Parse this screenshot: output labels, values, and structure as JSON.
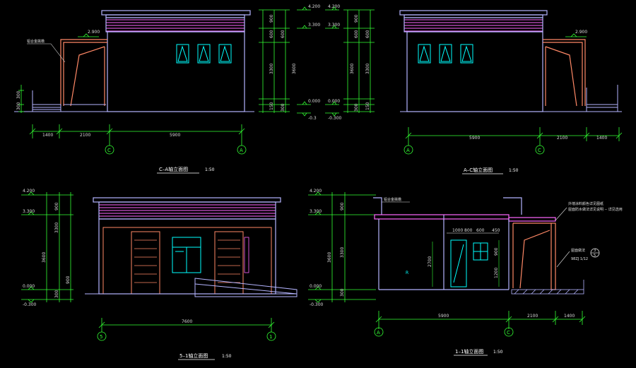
{
  "colors": {
    "background": "#000000",
    "dimension": "#33ff33",
    "outline": "#b4b4ff",
    "window": "#00ffff",
    "roof_stripe": "#ff66ff",
    "wall_trim": "#ff8866",
    "annotation": "#ffffff"
  },
  "drawings": {
    "elev_ca": {
      "title": "C–A轴立面图",
      "scale": "1:50",
      "dims": [
        "1400",
        "2100",
        "5900"
      ],
      "levels": [
        "2.900",
        "300",
        "300"
      ],
      "note": "铝合金挑檐",
      "axes": [
        "C",
        "A"
      ]
    },
    "section_strip": {
      "left_levels": [
        "4.200",
        "3.300",
        "0.000",
        "-0.3"
      ],
      "right_levels": [
        "4.200",
        "3.300",
        "0.000",
        "-0.300"
      ],
      "left_dims": [
        "900",
        "600",
        "3300",
        "600",
        "3600",
        "150",
        "300"
      ],
      "right_dims": [
        "900",
        "600",
        "3300",
        "600",
        "3600",
        "150",
        "300"
      ]
    },
    "elev_ac": {
      "title": "A–C轴立面图",
      "scale": "1:50",
      "dims": [
        "5900",
        "2100",
        "1400"
      ],
      "levels": [
        "2.900"
      ],
      "axes": [
        "A",
        "C"
      ]
    },
    "elev_51": {
      "title": "5–1轴立面图",
      "scale": "1:50",
      "levels": [
        "4.200",
        "3.300",
        "0.000",
        "-0.300"
      ],
      "left_dims": [
        "900",
        "3300",
        "3600",
        "900",
        "300"
      ],
      "width_dim": "7600",
      "axes": [
        "5",
        "1"
      ]
    },
    "section_11": {
      "title": "1–1轴立面图",
      "scale": "1:50",
      "levels": [
        "4.200",
        "3.300",
        "0.000",
        "-0.300"
      ],
      "dims": [
        "900",
        "3300",
        "3600",
        "300"
      ],
      "door_dims": [
        "900",
        "2700",
        "1200"
      ],
      "opening_dims": [
        "1000",
        "800",
        "600",
        "450"
      ],
      "bottom_dims": [
        "5900",
        "2100",
        "1400"
      ],
      "note1": "铝合金挑檐",
      "note2a": "外墙涂料颜色详见图纸",
      "note2b": "屋面防水做法详见说明 -- 详见选用",
      "note3a": "屋面做法",
      "note3b": "98ZJ 1/12",
      "callout": [
        "3",
        "5"
      ],
      "room_mark": "R",
      "axes": [
        "A",
        "C"
      ]
    }
  }
}
